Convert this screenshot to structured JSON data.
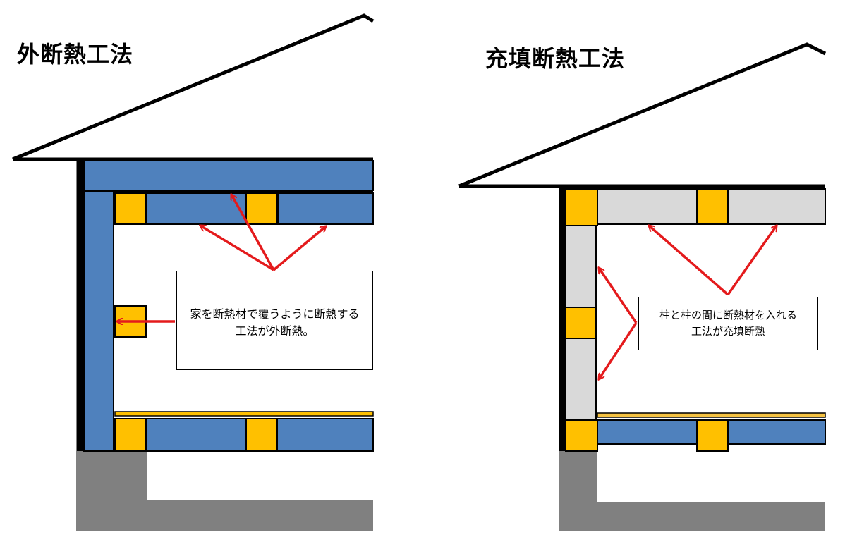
{
  "diagrams": {
    "left": {
      "title": "外断熱工法",
      "callout_lines": [
        "家を断熱材で覆うように断熱する",
        "工法が外断熱。"
      ]
    },
    "right": {
      "title": "充填断熱工法",
      "callout_lines": [
        "柱と柱の間に断熱材を入れる",
        "工法が充填断熱"
      ]
    }
  },
  "colors": {
    "insulation_external": "#4f81bd",
    "insulation_filled": "#d9d9d9",
    "wood_member": "#ffc000",
    "foundation": "#808080",
    "arrow": "#e41a1c",
    "floor_board": "#f5c242"
  }
}
